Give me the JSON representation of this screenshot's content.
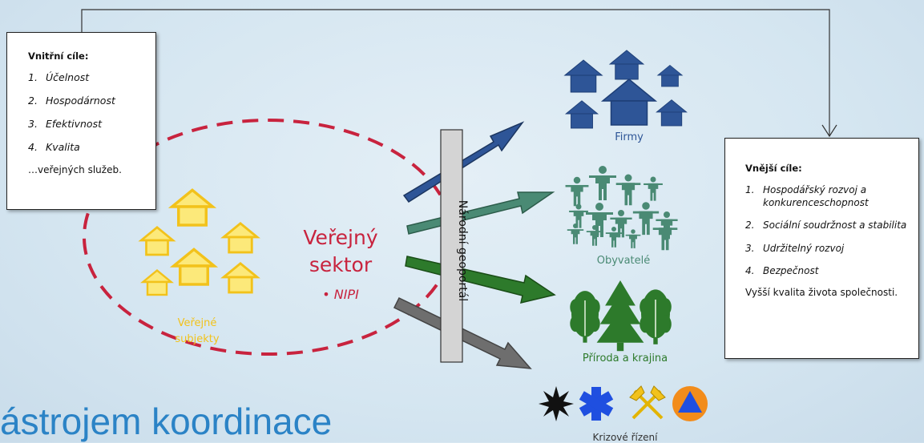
{
  "inner_goals": {
    "title": "Vnitřní cíle:",
    "items": [
      {
        "num": "1.",
        "text": "Účelnost"
      },
      {
        "num": "2.",
        "text": "Hospodárnost"
      },
      {
        "num": "3.",
        "text": "Efektivnost"
      },
      {
        "num": "4.",
        "text": "Kvalita"
      }
    ],
    "tail": "…veřejných služeb."
  },
  "outer_goals": {
    "title": "Vnější cíle:",
    "items": [
      {
        "num": "1.",
        "text": "Hospodářský rozvoj a konkurenceschopnost"
      },
      {
        "num": "2.",
        "text": "Sociální soudržnost a stabilita"
      },
      {
        "num": "3.",
        "text": "Udržitelný rozvoj"
      },
      {
        "num": "4.",
        "text": "Bezpečnost"
      }
    ],
    "tail": "Vyšší kvalita života společnosti."
  },
  "public_sector": {
    "title": "Veřejný sektor",
    "bullet": "• NIPI",
    "subjects": "Veřejné subjekty"
  },
  "portal": "Národní geoportál",
  "targets": {
    "firms": "Firmy",
    "residents": "Obyvatelé",
    "nature": "Příroda a krajina",
    "crisis": "Krizové řízení"
  },
  "bottom_text": "ástrojem koordinace",
  "colors": {
    "firms": "#2e5597",
    "residents": "#4a8a74",
    "nature": "#2d7a2b",
    "crisis": "#6e6e6e",
    "public_houses": "#f2c21b",
    "sector": "#c8233e",
    "bottom_text": "#2b83c6"
  }
}
